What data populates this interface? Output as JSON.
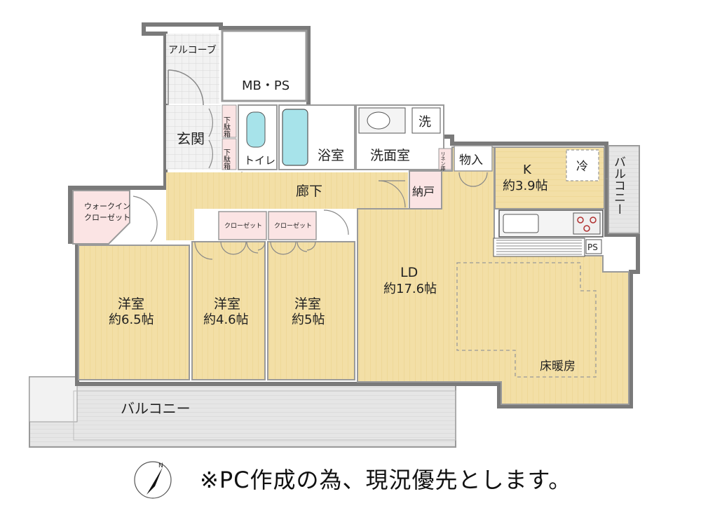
{
  "rooms": {
    "alcove": "アルコーブ",
    "mbps": "MB・PS",
    "genkan": "玄関",
    "shoe1": "下駄箱",
    "shoe2": "下駄箱",
    "toilet": "トイレ",
    "bath": "浴室",
    "washroom": "洗面室",
    "washer": "洗",
    "linen": "リネン庫",
    "storage": "物入",
    "kitchen": "K",
    "kitchen_size": "約3.9帖",
    "fridge": "冷",
    "balcony_side": "バルコニー",
    "hallway": "廊下",
    "nando": "納戸",
    "wic_line1": "ウォークイン",
    "wic_line2": "クローゼット",
    "closet1": "クローゼット",
    "closet2": "クローゼット",
    "ps": "PS",
    "ld": "LD",
    "ld_size": "約17.6帖",
    "floor_heating": "床暖房",
    "room1": "洋室",
    "room1_size": "約6.5帖",
    "room2": "洋室",
    "room2_size": "約4.6帖",
    "room3": "洋室",
    "room3_size": "約5帖",
    "balcony_main": "バルコニー"
  },
  "compass": "N",
  "note": "※PC作成の為、現況優先とします。",
  "colors": {
    "floor": "#f3dfa6",
    "floor_light": "#f8ecc6",
    "wet": "#ffffff",
    "fixture": "#a7e3ea",
    "wall": "#9a9a9a",
    "balcony": "#e4e4e4",
    "closet": "#fbe4e4"
  }
}
